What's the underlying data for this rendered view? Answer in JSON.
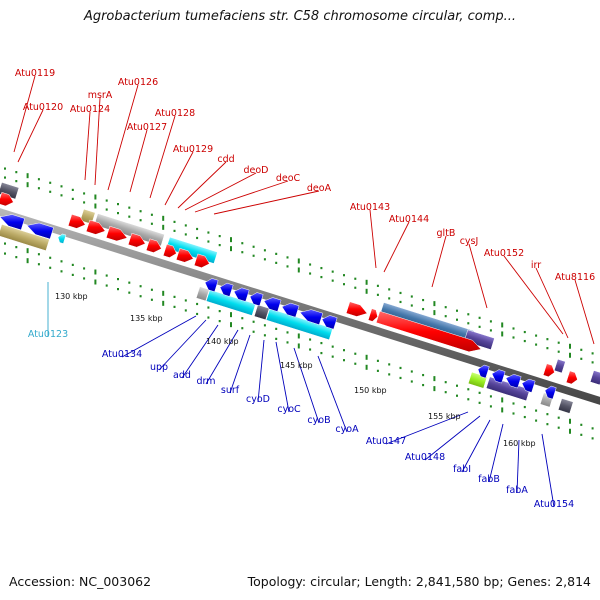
{
  "title": "Agrobacterium tumefaciens str. C58 chromosome circular, comp...",
  "footer": {
    "accession": "Accession: NC_003062",
    "summary": "Topology: circular; Length: 2,841,580 bp; Genes: 2,814"
  },
  "colors": {
    "forward_label": "#cc0000",
    "reverse_label": "#0000bb",
    "rna_label": "#33aacc",
    "forward_gene": "#ff0000",
    "reverse_gene": "#0000ee",
    "cog_cyan": "#00ddee",
    "cog_steel": "#4477aa",
    "cog_purple": "#554499",
    "cog_khaki": "#bbaa66",
    "cog_grey": "#aaaaaa",
    "cog_dark": "#555566",
    "cog_lime": "#99ee22",
    "backbone": "#777777",
    "tick": "#228822"
  },
  "kbp_ticks": [
    "130 kbp",
    "135 kbp",
    "140 kbp",
    "145 kbp",
    "150 kbp",
    "155 kbp",
    "160 kbp"
  ],
  "forward_genes": [
    {
      "label": "Atu0119"
    },
    {
      "label": "Atu0120"
    },
    {
      "label": "Atu0124"
    },
    {
      "label": "msrA"
    },
    {
      "label": "Atu0126"
    },
    {
      "label": "Atu0127"
    },
    {
      "label": "Atu0128"
    },
    {
      "label": "Atu0129"
    },
    {
      "label": "cdd"
    },
    {
      "label": "deoD"
    },
    {
      "label": "deoC"
    },
    {
      "label": "deoA"
    },
    {
      "label": "Atu0143"
    },
    {
      "label": "Atu0144"
    },
    {
      "label": "gltB"
    },
    {
      "label": "cysJ"
    },
    {
      "label": "Atu0152"
    },
    {
      "label": "irr"
    },
    {
      "label": "Atu8116"
    }
  ],
  "rna_genes": [
    {
      "label": "Atu0123"
    }
  ],
  "reverse_genes": [
    {
      "label": "Atu0134"
    },
    {
      "label": "upp"
    },
    {
      "label": "add"
    },
    {
      "label": "drm"
    },
    {
      "label": "surf"
    },
    {
      "label": "cyoD"
    },
    {
      "label": "cyoC"
    },
    {
      "label": "cyoB"
    },
    {
      "label": "cyoA"
    },
    {
      "label": "Atu0147"
    },
    {
      "label": "Atu0148"
    },
    {
      "label": "fabI"
    },
    {
      "label": "fabB"
    },
    {
      "label": "fabA"
    },
    {
      "label": "Atu0154"
    }
  ]
}
